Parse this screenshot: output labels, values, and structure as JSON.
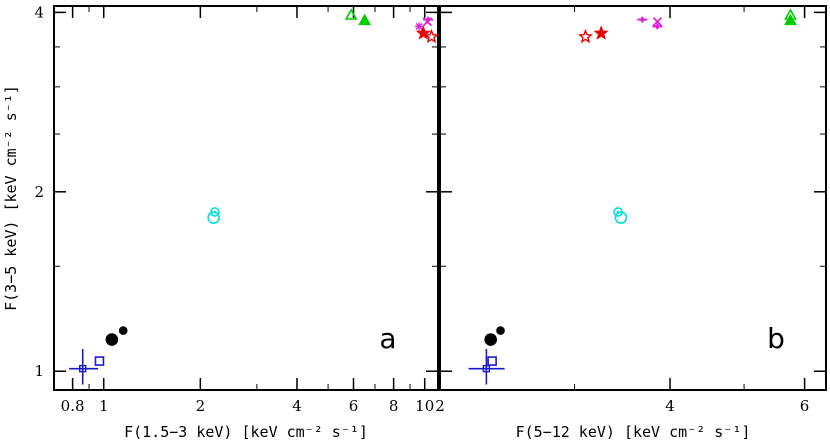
{
  "chart_data": [
    {
      "type": "scatter",
      "panel_label": "a",
      "xlabel": "F(1.5−3 keV) [keV cm⁻² s⁻¹]",
      "ylabel": "F(3−5 keV) [keV cm⁻² s⁻¹]",
      "x_scale": "log",
      "y_scale": "log",
      "xlim": [
        0.7,
        11.0
      ],
      "ylim": [
        0.93,
        4.1
      ],
      "x_ticks": [
        0.8,
        1,
        2,
        4,
        6,
        8,
        10
      ],
      "y_ticks": [
        1,
        2,
        4
      ],
      "points": [
        {
          "x": 0.86,
          "y": 1.01,
          "marker": "plus-box",
          "color": "#1a1acc",
          "filled": false,
          "xerr": [
            0.78,
            0.96
          ],
          "yerr": [
            0.95,
            1.09
          ]
        },
        {
          "x": 0.97,
          "y": 1.04,
          "marker": "square",
          "color": "#1a1acc",
          "filled": false
        },
        {
          "x": 1.06,
          "y": 1.13,
          "marker": "circle",
          "color": "#000000",
          "filled": true,
          "size": 5.5
        },
        {
          "x": 1.15,
          "y": 1.17,
          "marker": "circle",
          "color": "#000000",
          "filled": true,
          "size": 3.5
        },
        {
          "x": 2.2,
          "y": 1.81,
          "marker": "circle",
          "color": "#00e0e0",
          "filled": false,
          "size": 5.5
        },
        {
          "x": 2.22,
          "y": 1.85,
          "marker": "circle-dot",
          "color": "#00e0e0",
          "filled": false,
          "size": 4
        },
        {
          "x": 5.9,
          "y": 3.96,
          "marker": "triangle",
          "color": "#00cc00",
          "filled": false
        },
        {
          "x": 6.5,
          "y": 3.88,
          "marker": "triangle",
          "color": "#00cc00",
          "filled": true
        },
        {
          "x": 9.6,
          "y": 3.79,
          "marker": "asterisk",
          "color": "#dd22dd",
          "filled": true
        },
        {
          "x": 10.2,
          "y": 3.86,
          "marker": "cross",
          "color": "#dd22dd",
          "filled": false
        },
        {
          "x": 10.25,
          "y": 3.89,
          "marker": "errbar",
          "color": "#dd22dd",
          "filled": true
        },
        {
          "x": 9.9,
          "y": 3.69,
          "marker": "star",
          "color": "#ee0000",
          "filled": true
        },
        {
          "x": 10.5,
          "y": 3.64,
          "marker": "star",
          "color": "#ee0000",
          "filled": false
        }
      ]
    },
    {
      "type": "scatter",
      "panel_label": "b",
      "xlabel": "F(5−12 keV) [keV cm⁻² s⁻¹]",
      "ylabel": "",
      "x_scale": "log",
      "y_scale": "log",
      "xlim": [
        2.0,
        6.4
      ],
      "ylim": [
        0.93,
        4.1
      ],
      "x_ticks": [
        2,
        4,
        6
      ],
      "y_ticks": [
        1,
        2,
        4
      ],
      "points": [
        {
          "x": 2.3,
          "y": 1.01,
          "marker": "plus-box",
          "color": "#1a1acc",
          "filled": false,
          "xerr": [
            2.18,
            2.43
          ],
          "yerr": [
            0.95,
            1.09
          ]
        },
        {
          "x": 2.34,
          "y": 1.04,
          "marker": "square",
          "color": "#1a1acc",
          "filled": false
        },
        {
          "x": 2.33,
          "y": 1.13,
          "marker": "circle",
          "color": "#000000",
          "filled": true,
          "size": 5.5
        },
        {
          "x": 2.4,
          "y": 1.17,
          "marker": "circle",
          "color": "#000000",
          "filled": true,
          "size": 3.5
        },
        {
          "x": 3.45,
          "y": 1.81,
          "marker": "circle",
          "color": "#00e0e0",
          "filled": false,
          "size": 5.5
        },
        {
          "x": 3.42,
          "y": 1.85,
          "marker": "circle-dot",
          "color": "#00e0e0",
          "filled": false,
          "size": 4
        },
        {
          "x": 5.75,
          "y": 3.96,
          "marker": "triangle",
          "color": "#00cc00",
          "filled": false
        },
        {
          "x": 5.75,
          "y": 3.88,
          "marker": "triangle",
          "color": "#00cc00",
          "filled": true
        },
        {
          "x": 3.85,
          "y": 3.79,
          "marker": "errbar",
          "color": "#dd22dd",
          "filled": true
        },
        {
          "x": 3.85,
          "y": 3.86,
          "marker": "cross",
          "color": "#dd22dd",
          "filled": false
        },
        {
          "x": 3.68,
          "y": 3.89,
          "marker": "errbar",
          "color": "#dd22dd",
          "filled": true
        },
        {
          "x": 3.25,
          "y": 3.69,
          "marker": "star",
          "color": "#ee0000",
          "filled": true
        },
        {
          "x": 3.1,
          "y": 3.64,
          "marker": "star",
          "color": "#ee0000",
          "filled": false
        }
      ]
    }
  ]
}
